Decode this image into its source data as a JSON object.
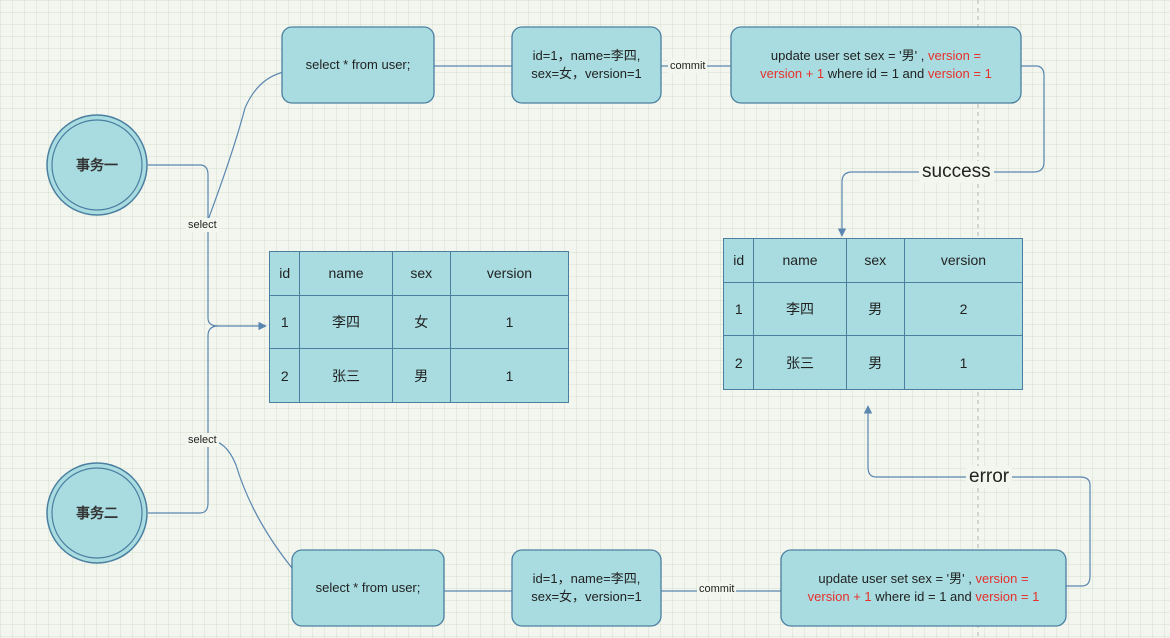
{
  "transactions": {
    "t1": "事务一",
    "t2": "事务二"
  },
  "top_flow": {
    "select_label": "select * from user;",
    "result_line1": "id=1，name=李四,",
    "result_line2": "sex=女，version=1",
    "commit_label": "commit",
    "update_seg1": "update user set sex = '男' ,",
    "update_seg2": "version =",
    "update_seg3": "version + 1",
    "update_seg4": "where id = 1 and",
    "update_seg5": "version = 1"
  },
  "bottom_flow": {
    "select_label": "select * from user;",
    "result_line1": "id=1，name=李四,",
    "result_line2": "sex=女，version=1",
    "commit_label": "commit",
    "update_seg1": "update user set sex = '男' ,",
    "update_seg2": "version =",
    "update_seg3": "version + 1",
    "update_seg4": "where id = 1 and",
    "update_seg5": "version = 1"
  },
  "edge_labels": {
    "select_top": "select",
    "select_bottom": "select",
    "success": "success",
    "error": "error"
  },
  "table_before": {
    "headers": [
      "id",
      "name",
      "sex",
      "version"
    ],
    "rows": [
      [
        "1",
        "李四",
        "女",
        "1"
      ],
      [
        "2",
        "张三",
        "男",
        "1"
      ]
    ]
  },
  "table_after": {
    "headers": [
      "id",
      "name",
      "sex",
      "version"
    ],
    "rows": [
      [
        "1",
        "李四",
        "男",
        "2"
      ],
      [
        "2",
        "张三",
        "男",
        "1"
      ]
    ]
  },
  "colors": {
    "node_fill": "#a8dce0",
    "node_stroke": "#4a7fa0",
    "edge": "#5a86b0",
    "highlight": "#e8302a"
  }
}
